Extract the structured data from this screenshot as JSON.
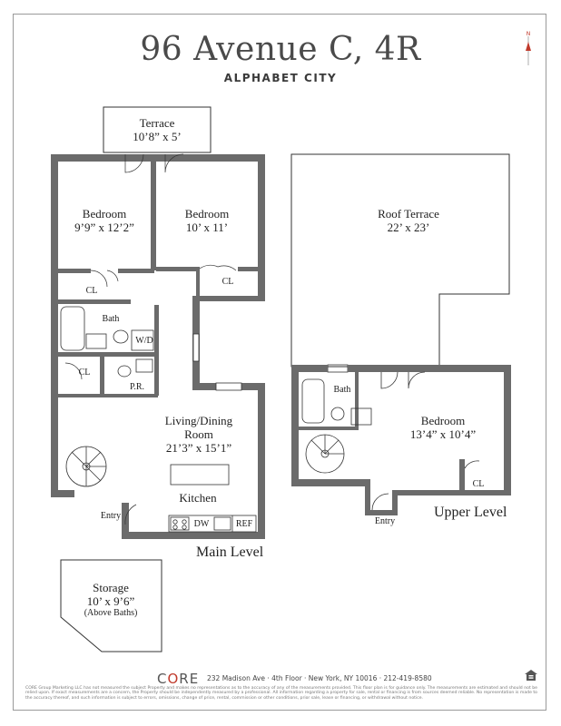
{
  "header": {
    "title": "96 Avenue C, 4R",
    "subtitle": "ALPHABET CITY"
  },
  "rooms": {
    "terrace": {
      "name": "Terrace",
      "dims": "10’8” x 5’"
    },
    "bedroom_left": {
      "name": "Bedroom",
      "dims": "9’9” x 12’2”"
    },
    "bedroom_right": {
      "name": "Bedroom",
      "dims": "10’ x 11’"
    },
    "closet_left": "CL",
    "closet_right": "CL",
    "bath_main": "Bath",
    "washer_dryer": "W/D",
    "closet_mid": "CL",
    "powder_room": "P.R.",
    "living": {
      "name": "Living/Dining",
      "name2": "Room",
      "dims": "21’3” x 15’1”"
    },
    "kitchen": "Kitchen",
    "entry_main": "Entry",
    "dishwasher": "DW",
    "refrigerator": "REF",
    "roof_terrace": {
      "name": "Roof Terrace",
      "dims": "22’ x 23’"
    },
    "bath_upper": "Bath",
    "bedroom_upper": {
      "name": "Bedroom",
      "dims": "13’4” x 10’4”"
    },
    "closet_upper": "CL",
    "entry_upper": "Entry",
    "storage": {
      "name": "Storage",
      "dims": "10’ x 9’6”",
      "note": "(Above Baths)"
    }
  },
  "levels": {
    "main": "Main Level",
    "upper": "Upper Level"
  },
  "footer": {
    "logo_pre": "C",
    "logo_o": "O",
    "logo_post": "RE",
    "address": "232 Madison Ave · 4th Floor · New York, NY 10016 · 212-419-8580",
    "disclaimer": "CORE Group Marketing LLC has not measured the subject Property and makes no representations as to the accuracy of any of the measurements provided. This floor plan is for guidance only. The measurements are estimated and should not be relied upon. If exact measurements are a concern, the Property should be independently measured by a professional. All information regarding a property for sale, rental or financing is from sources deemed reliable. No representation is made to the accuracy thereof, and such information is subject to errors, omissions, change of price, rental, commission or other conditions, prior sale, lease or financing, or withdrawal without notice."
  },
  "colors": {
    "wall": "#6b6b6b",
    "line": "#333333",
    "accent": "#c0392b"
  }
}
